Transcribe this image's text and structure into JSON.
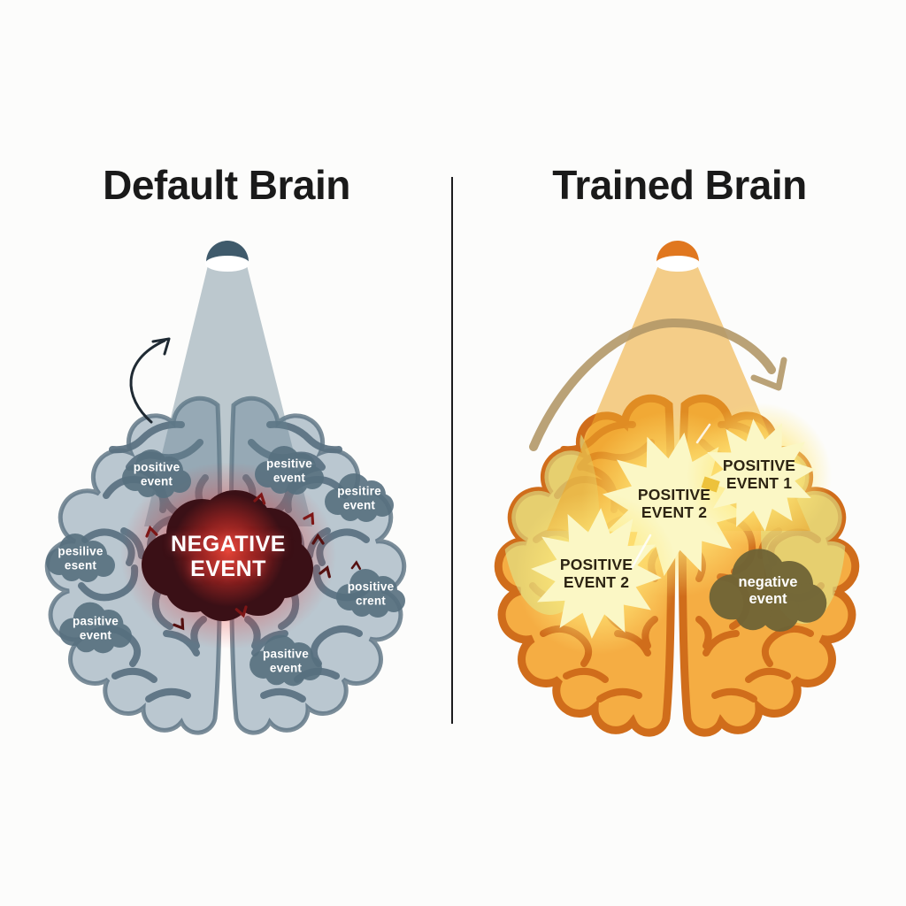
{
  "page": {
    "background": "#fcfcfb"
  },
  "left": {
    "title": "Default Brain",
    "negative_event": {
      "label": "NEGATIVE EVENT"
    },
    "events": [
      {
        "label": "positive event"
      },
      {
        "label": "pesitive event"
      },
      {
        "label": "pesitire event"
      },
      {
        "label": "pesilive esent"
      },
      {
        "label": "positive crent"
      },
      {
        "label": "pasitive event"
      },
      {
        "label": "pasitive event"
      }
    ]
  },
  "right": {
    "title": "Trained Brain",
    "events": [
      {
        "label": "POSITIVE EVENT 2"
      },
      {
        "label": "POSITIVE EVENT 1"
      },
      {
        "label": "POSITIVE EVENT 2"
      }
    ],
    "negative_event": {
      "label": "negative event"
    }
  },
  "colors": {
    "page_bg": "#fcfcfb",
    "title_color": "#1a1a1a",
    "default_brain_fill": "#bac7d0",
    "default_brain_line": "#5a7181",
    "spotlight_gray": "#64808f",
    "negative_cloud": "#3a1016",
    "negative_glow": "#e03030",
    "event_cloud_gray": "#57707f",
    "trained_brain_fill": "#f5ad43",
    "trained_brain_line": "#d06d1b",
    "spotlight_yellow": "#eda62a",
    "starburst": "#fbf7c5",
    "arc_arrow": "#b29868",
    "negative_cloud_olive": "#6f6436"
  }
}
